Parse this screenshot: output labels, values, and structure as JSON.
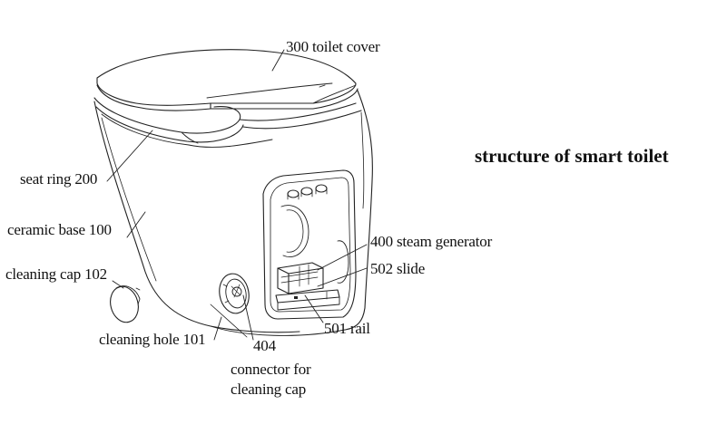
{
  "diagram": {
    "title": "structure of smart toilet",
    "labels": {
      "toilet_cover": "300 toilet cover",
      "seat_ring": "seat ring 200",
      "ceramic_base": "ceramic base 100",
      "cleaning_cap": "cleaning cap 102",
      "cleaning_hole": "cleaning hole 101",
      "connector_number": "404",
      "connector_line1": "connector for",
      "connector_line2": "cleaning cap",
      "steam_generator": "400 steam generator",
      "slide": "502 slide",
      "rail": "501 rail"
    }
  }
}
